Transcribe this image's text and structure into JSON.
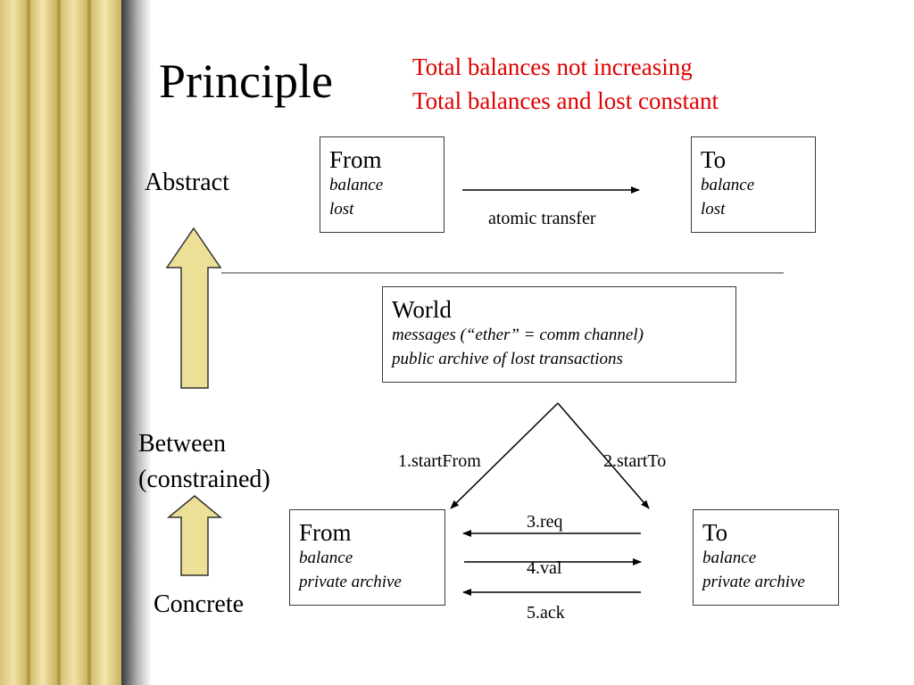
{
  "title": "Principle",
  "notes": [
    "Total balances not increasing",
    "Total balances and lost constant"
  ],
  "levels": {
    "abstract": "Abstract",
    "between_line1": "Between",
    "between_line2": "(constrained)",
    "concrete": "Concrete"
  },
  "abstract_from": {
    "title": "From",
    "lines": [
      "balance",
      "lost"
    ]
  },
  "abstract_to": {
    "title": "To",
    "lines": [
      "balance",
      "lost"
    ]
  },
  "abstract_transfer_label": "atomic transfer",
  "world": {
    "title": "World",
    "lines": [
      "messages (“ether” = comm channel)",
      "public archive of lost transactions"
    ]
  },
  "concrete_from": {
    "title": "From",
    "lines": [
      "balance",
      "private archive"
    ]
  },
  "concrete_to": {
    "title": "To",
    "lines": [
      "balance",
      "private archive"
    ]
  },
  "edges": {
    "start_from": "1.startFrom",
    "start_to": "2.startTo",
    "req": "3.req",
    "val": "4.val",
    "ack": "5.ack"
  },
  "colors": {
    "accent_red": "#e00000",
    "refinement_arrow_fill": "#ecdf96",
    "stripe_gold": "#e6d48a"
  }
}
